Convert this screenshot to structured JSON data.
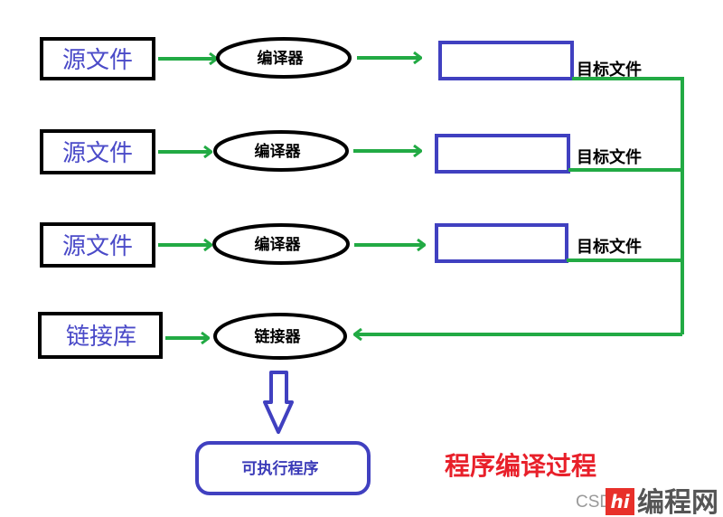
{
  "diagram": {
    "title": "程序编译过程",
    "sources": [
      {
        "label": "源文件"
      },
      {
        "label": "源文件"
      },
      {
        "label": "源文件"
      }
    ],
    "library": {
      "label": "链接库"
    },
    "compilers": [
      {
        "label": "编译器"
      },
      {
        "label": "编译器"
      },
      {
        "label": "编译器"
      }
    ],
    "objects": [
      {
        "label": "目标文件"
      },
      {
        "label": "目标文件"
      },
      {
        "label": "目标文件"
      }
    ],
    "linker": {
      "label": "链接器"
    },
    "executable": {
      "label": "可执行程序"
    },
    "colors": {
      "arrow": "#22aa44",
      "object_box": "#4040c0",
      "source_border": "#000000",
      "source_text": "#4a4ac8",
      "title": "#e8202a",
      "output_arrow": "#4040c0"
    }
  },
  "watermark": {
    "prefix": "CSD",
    "logo_text": "hi",
    "site_name": "编程网"
  }
}
